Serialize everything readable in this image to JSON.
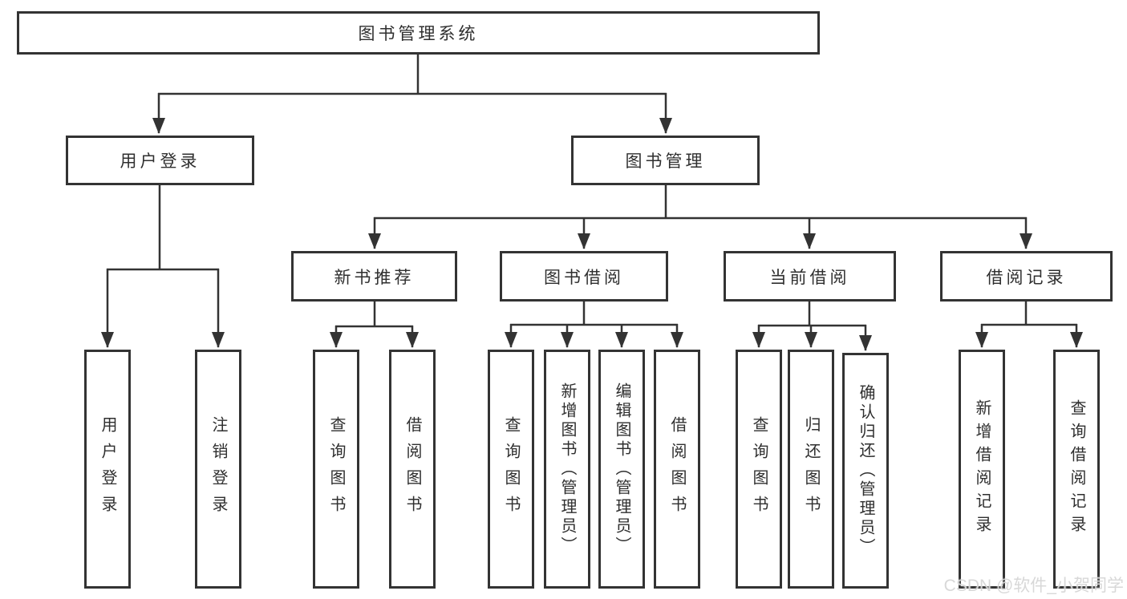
{
  "tree": {
    "label": "图书管理系统",
    "children": [
      {
        "label": "用户登录",
        "children": [
          {
            "label": "用户登录"
          },
          {
            "label": "注销登录"
          }
        ]
      },
      {
        "label": "图书管理",
        "children": [
          {
            "label": "新书推荐",
            "children": [
              {
                "label": "查询图书"
              },
              {
                "label": "借阅图书"
              }
            ]
          },
          {
            "label": "图书借阅",
            "children": [
              {
                "label": "查询图书"
              },
              {
                "label": "新增图书（管理员）"
              },
              {
                "label": "编辑图书（管理员）"
              },
              {
                "label": "借阅图书"
              }
            ]
          },
          {
            "label": "当前借阅",
            "children": [
              {
                "label": "查询图书"
              },
              {
                "label": "归还图书"
              },
              {
                "label": "确认归还（管理员）"
              }
            ]
          },
          {
            "label": "借阅记录",
            "children": [
              {
                "label": "新增借阅记录"
              },
              {
                "label": "查询借阅记录"
              }
            ]
          }
        ]
      }
    ]
  },
  "watermark": {
    "text": "CSDN @软件_小贺同学"
  },
  "colors": {
    "line": "#333333",
    "box_border": "#333333",
    "box_fill": "#ffffff",
    "text": "#2f2f2f",
    "watermark": "#d6d6d6",
    "background": "#ffffff"
  }
}
